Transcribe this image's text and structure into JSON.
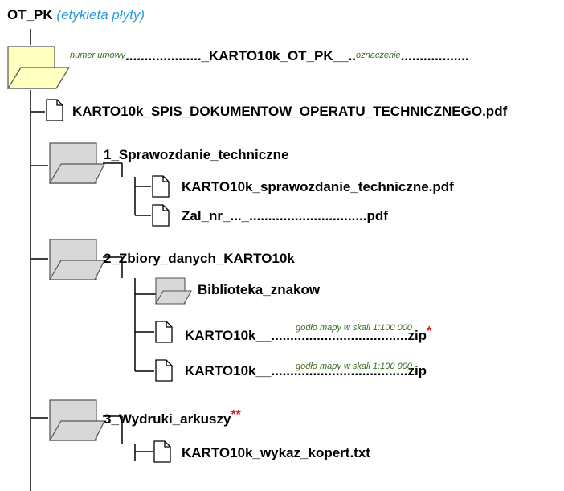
{
  "root": {
    "label": "OT_PK",
    "sublabel": "(etykieta płyty)"
  },
  "top_folder": {
    "prefix_note": "numer umowy",
    "dots_a": "....................",
    "middle": "_KARTO10k_OT_PK__",
    "dots_b": "..",
    "suffix_note": "oznaczenie",
    "dots_c": ".................."
  },
  "spis_file": "KARTO10k_SPIS_DOKUMENTOW_OPERATU_TECHNICZNEGO.pdf",
  "folder1": {
    "label": "1_Sprawozdanie_techniczne",
    "files": [
      "KARTO10k_sprawozdanie_techniczne.pdf",
      "Zal_nr_..._...............................pdf"
    ]
  },
  "folder2": {
    "label": "2_Zbiory_danych_KARTO10k",
    "subfolder": "Biblioteka_znakow",
    "zip1": {
      "prefix": "KARTO10k__",
      "note": "godło mapy w skali 1:100 000",
      "dots": "...................................",
      "ext": ".zip",
      "mark": "*"
    },
    "zip2": {
      "prefix": "KARTO10k__",
      "note": "godło mapy w skali 1:100 000",
      "dots": "...................................",
      "ext": ".zip"
    }
  },
  "folder3": {
    "label": "3_Wydruki_arkuszy",
    "mark": "**",
    "files": [
      "KARTO10k_wykaz_kopert.txt"
    ]
  },
  "colors": {
    "root_folder_fill": "#ffffc0",
    "folder_fill": "#d8d8d8",
    "note_green": "#3a6a1e",
    "sublabel_blue": "#2e9bd6",
    "star_red": "#e02020"
  },
  "icons": [
    "folder-icon",
    "document-icon"
  ]
}
